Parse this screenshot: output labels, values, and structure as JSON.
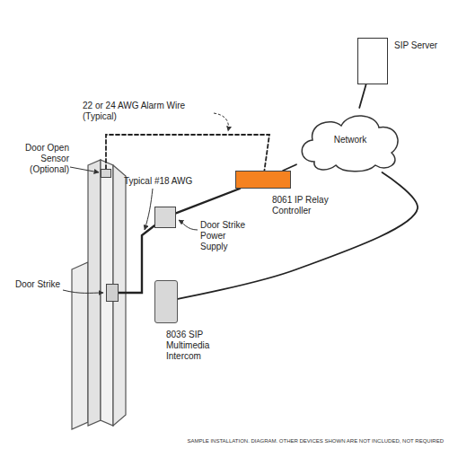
{
  "diagram": {
    "caption": "SAMPLE INSTALLATION. DIAGRAM. OTHER DEVICES SHOWN ARE NOT INCLUDED, NOT REQUIRED",
    "nodes": [
      {
        "text": [
          "SIP Server"
        ]
      },
      {
        "text": [
          "Network"
        ]
      },
      {
        "text": [
          "Door Open Sensor (Optional)"
        ]
      },
      {
        "text": [
          "8061 IP Relay Controller"
        ]
      },
      {
        "text": [
          "Door Strike Power Supply"
        ]
      },
      {
        "text": [
          "Door Strike"
        ]
      },
      {
        "text": [
          "8036 SIP Multimedia Intercom"
        ]
      }
    ],
    "edges": [
      {
        "from": 1,
        "to": 0,
        "arrow": "none"
      },
      {
        "from": 3,
        "to": 1,
        "arrow": "none"
      },
      {
        "from": 6,
        "to": 1,
        "arrow": "none"
      },
      {
        "from": 2,
        "to": 3,
        "arrow": "none"
      },
      {
        "from": 4,
        "to": 3,
        "arrow": "none"
      },
      {
        "from": 5,
        "to": 4,
        "arrow": "none"
      }
    ],
    "labels": [
      "22 or 24 AWG Alarm Wire (Typical)",
      "Typical #18 AWG"
    ]
  }
}
